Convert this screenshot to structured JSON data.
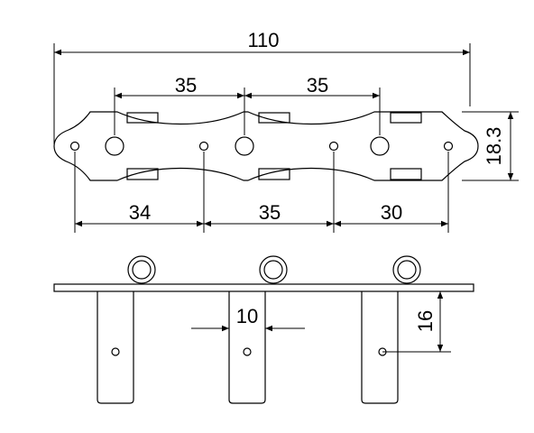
{
  "top_view": {
    "overall_width": "110",
    "tuner_spacing_1": "35",
    "tuner_spacing_2": "35",
    "height": "18.3",
    "screw_spacing_1": "34",
    "screw_spacing_2": "35",
    "screw_spacing_3": "30"
  },
  "side_view": {
    "shaft_width": "10",
    "shaft_offset": "16"
  }
}
